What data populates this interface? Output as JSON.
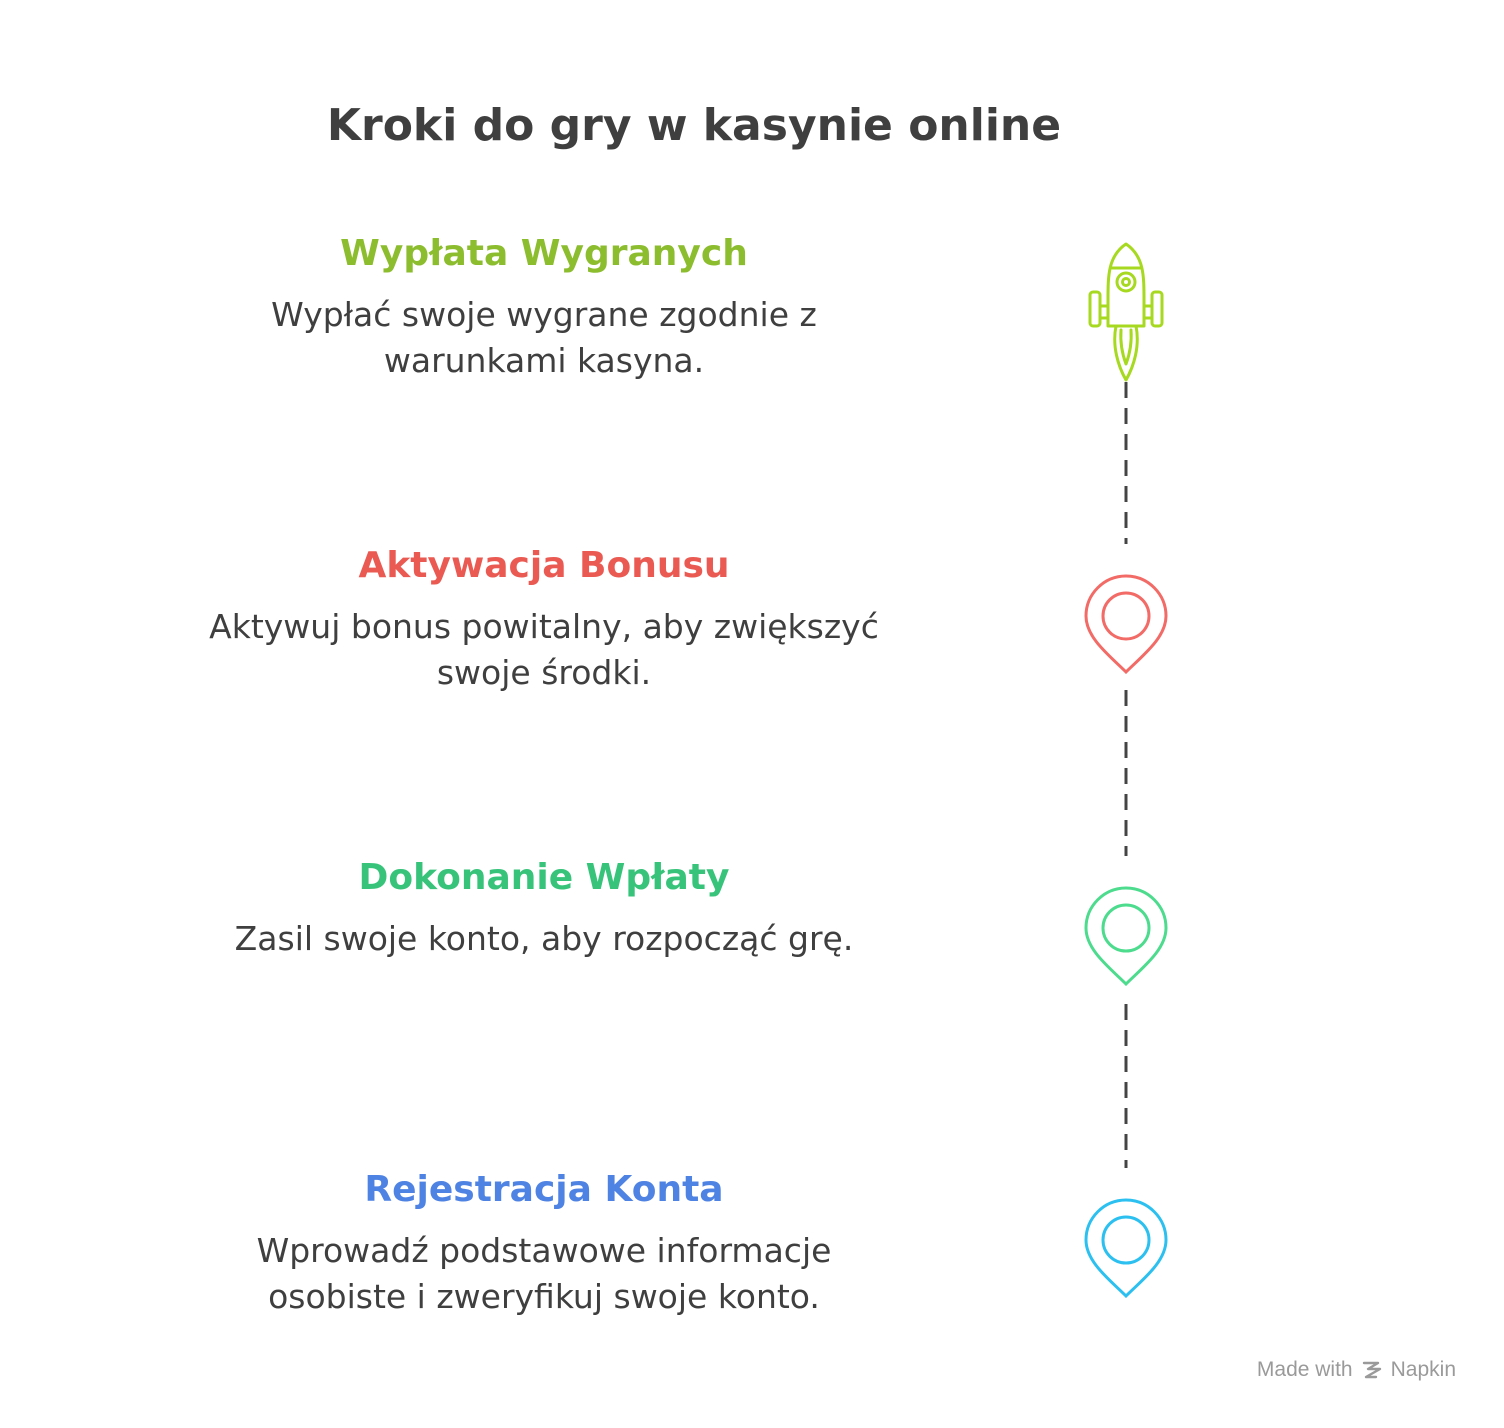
{
  "title": "Kroki do gry w kasynie online",
  "steps": [
    {
      "title": "Wypłata Wygranych",
      "description": "Wypłać swoje wygrane zgodnie z warunkami kasyna.",
      "color": "#8cbd2f",
      "icon": "rocket-icon"
    },
    {
      "title": "Aktywacja Bonusu",
      "description": "Aktywuj bonus powitalny, aby zwiększyć swoje środki.",
      "color": "#ea5a52",
      "icon": "map-pin-icon"
    },
    {
      "title": "Dokonanie Wpłaty",
      "description": "Zasil swoje konto, aby rozpocząć grę.",
      "color": "#37c47a",
      "icon": "map-pin-icon"
    },
    {
      "title": "Rejestracja Konta",
      "description": "Wprowadź podstawowe informacje osobiste i zweryfikuj swoje konto.",
      "color": "#4f83e3",
      "icon": "map-pin-icon"
    }
  ],
  "pin_colors": {
    "bonus": "#f26b66",
    "deposit": "#4ddb8e",
    "register": "#2cc0f0"
  },
  "footer": {
    "made_with": "Made with",
    "brand": "Napkin"
  }
}
